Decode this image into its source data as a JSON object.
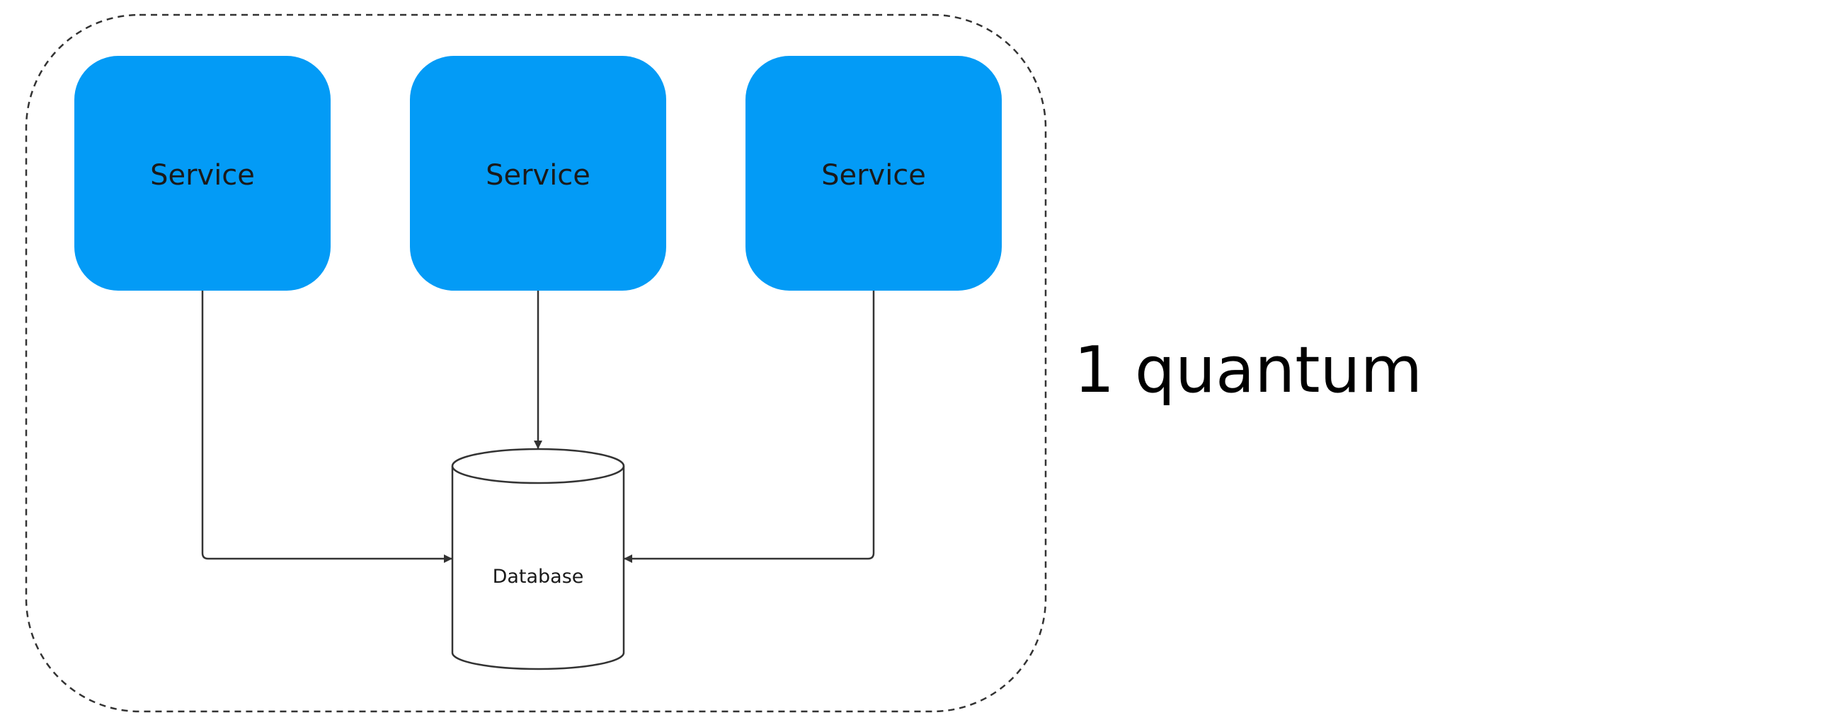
{
  "colors": {
    "service_fill": "#039BF6",
    "line": "#333333",
    "boundary": "#333333"
  },
  "services": [
    {
      "label": "Service"
    },
    {
      "label": "Service"
    },
    {
      "label": "Service"
    }
  ],
  "database": {
    "label": "Database"
  },
  "quantum_label": "1 quantum"
}
